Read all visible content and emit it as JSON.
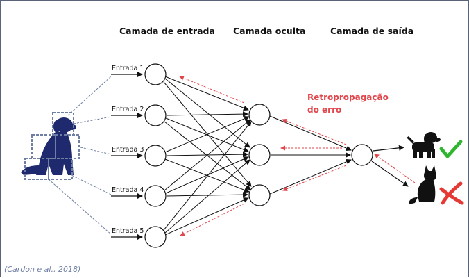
{
  "titles": {
    "input_layer": "Camada de entrada",
    "hidden_layer": "Camada oculta",
    "output_layer": "Camada de saída"
  },
  "inputs": [
    "Entrada 1",
    "Entrada 2",
    "Entrada 3",
    "Entrada 4",
    "Entrada 5"
  ],
  "backprop": {
    "line1": "Retropropagação",
    "line2": "do erro"
  },
  "citation": "(Cardon e al., 2018)",
  "colors": {
    "frame": "#5b6378",
    "backprop": "#e0474c",
    "dog_silhouette": "#1f2a6e",
    "check": "#2fb52f",
    "cross": "#e53935",
    "citation": "#6f7fa3"
  },
  "icons": {
    "dog_input": "sitting-dog-icon",
    "dog_output": "dog-icon",
    "cat_output": "cat-icon",
    "correct": "check-icon",
    "wrong": "cross-icon"
  }
}
